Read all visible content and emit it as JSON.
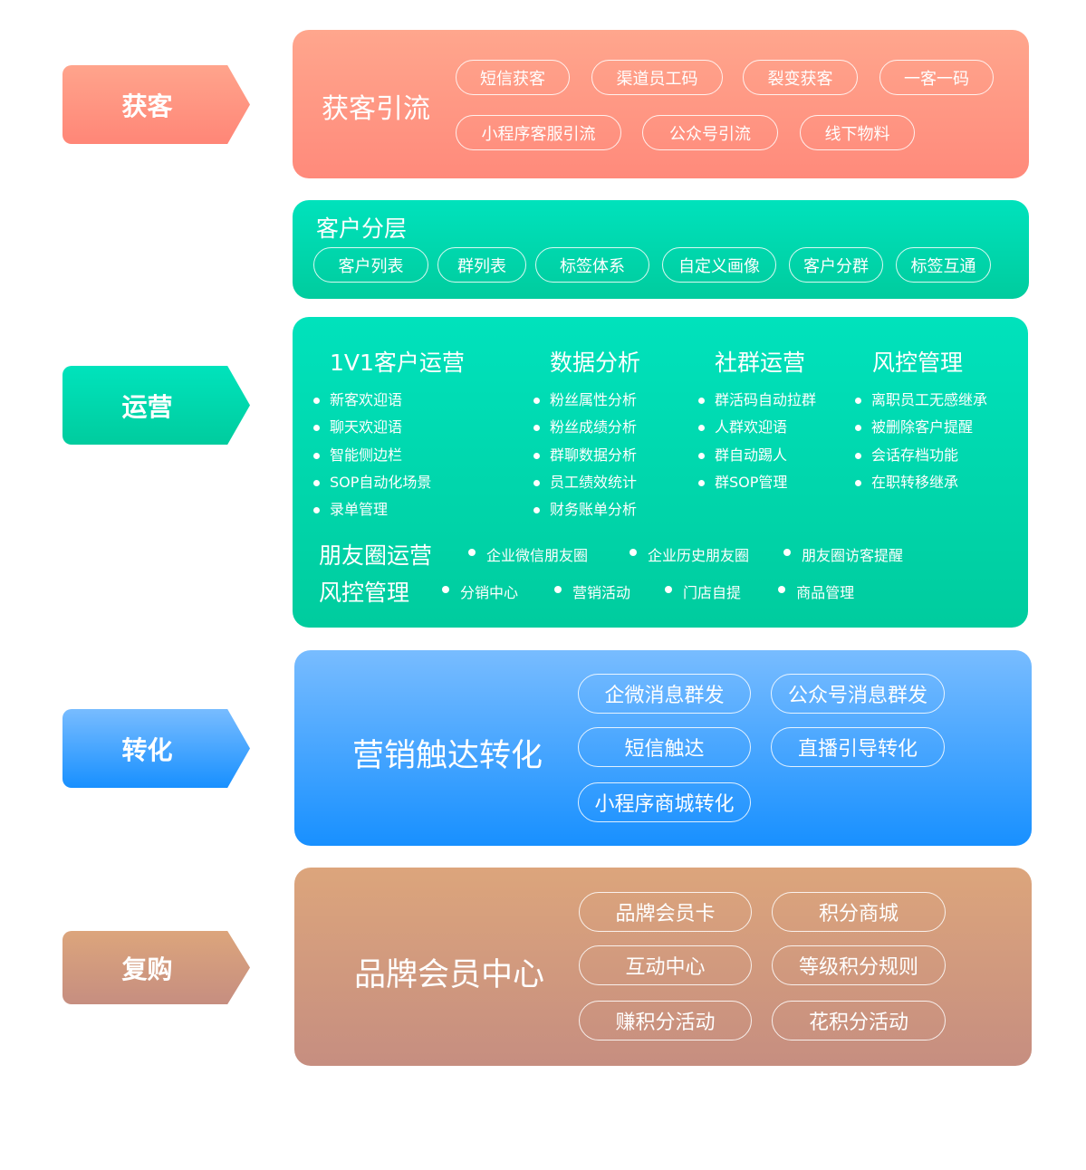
{
  "colors": {
    "acquire": "#FF8E7C",
    "operate": "#00D8B0",
    "convert": "#2E9BFF",
    "repurchase": "#D4A07E"
  },
  "tags": {
    "acquire": "获客",
    "operate": "运营",
    "convert": "转化",
    "repurchase": "复购"
  },
  "acquire": {
    "title": "获客引流",
    "pills": [
      "短信获客",
      "渠道员工码",
      "裂变获客",
      "一客一码",
      "小程序客服引流",
      "公众号引流",
      "线下物料"
    ]
  },
  "layering": {
    "title": "客户分层",
    "pills": [
      "客户列表",
      "群列表",
      "标签体系",
      "自定义画像",
      "客户分群",
      "标签互通"
    ]
  },
  "operate": {
    "columns": [
      {
        "title": "1V1客户运营",
        "items": [
          "新客欢迎语",
          "聊天欢迎语",
          "智能侧边栏",
          "SOP自动化场景",
          "录单管理"
        ]
      },
      {
        "title": "数据分析",
        "items": [
          "粉丝属性分析",
          "粉丝成绩分析",
          "群聊数据分析",
          "员工绩效统计",
          "财务账单分析"
        ]
      },
      {
        "title": "社群运营",
        "items": [
          "群活码自动拉群",
          "人群欢迎语",
          "群自动踢人",
          "群SOP管理"
        ]
      },
      {
        "title": "风控管理",
        "items": [
          "离职员工无感继承",
          "被删除客户提醒",
          "会话存档功能",
          "在职转移继承"
        ]
      }
    ],
    "moments": {
      "title": "朋友圈运营",
      "items": [
        "企业微信朋友圈",
        "企业历史朋友圈",
        "朋友圈访客提醒"
      ]
    },
    "risk": {
      "title": "风控管理",
      "items": [
        "分销中心",
        "营销活动",
        "门店自提",
        "商品管理"
      ]
    }
  },
  "convert": {
    "title": "营销触达转化",
    "pills": [
      "企微消息群发",
      "公众号消息群发",
      "短信触达",
      "直播引导转化",
      "小程序商城转化"
    ]
  },
  "member": {
    "title": "品牌会员中心",
    "pills": [
      "品牌会员卡",
      "积分商城",
      "互动中心",
      "等级积分规则",
      "赚积分活动",
      "花积分活动"
    ]
  }
}
